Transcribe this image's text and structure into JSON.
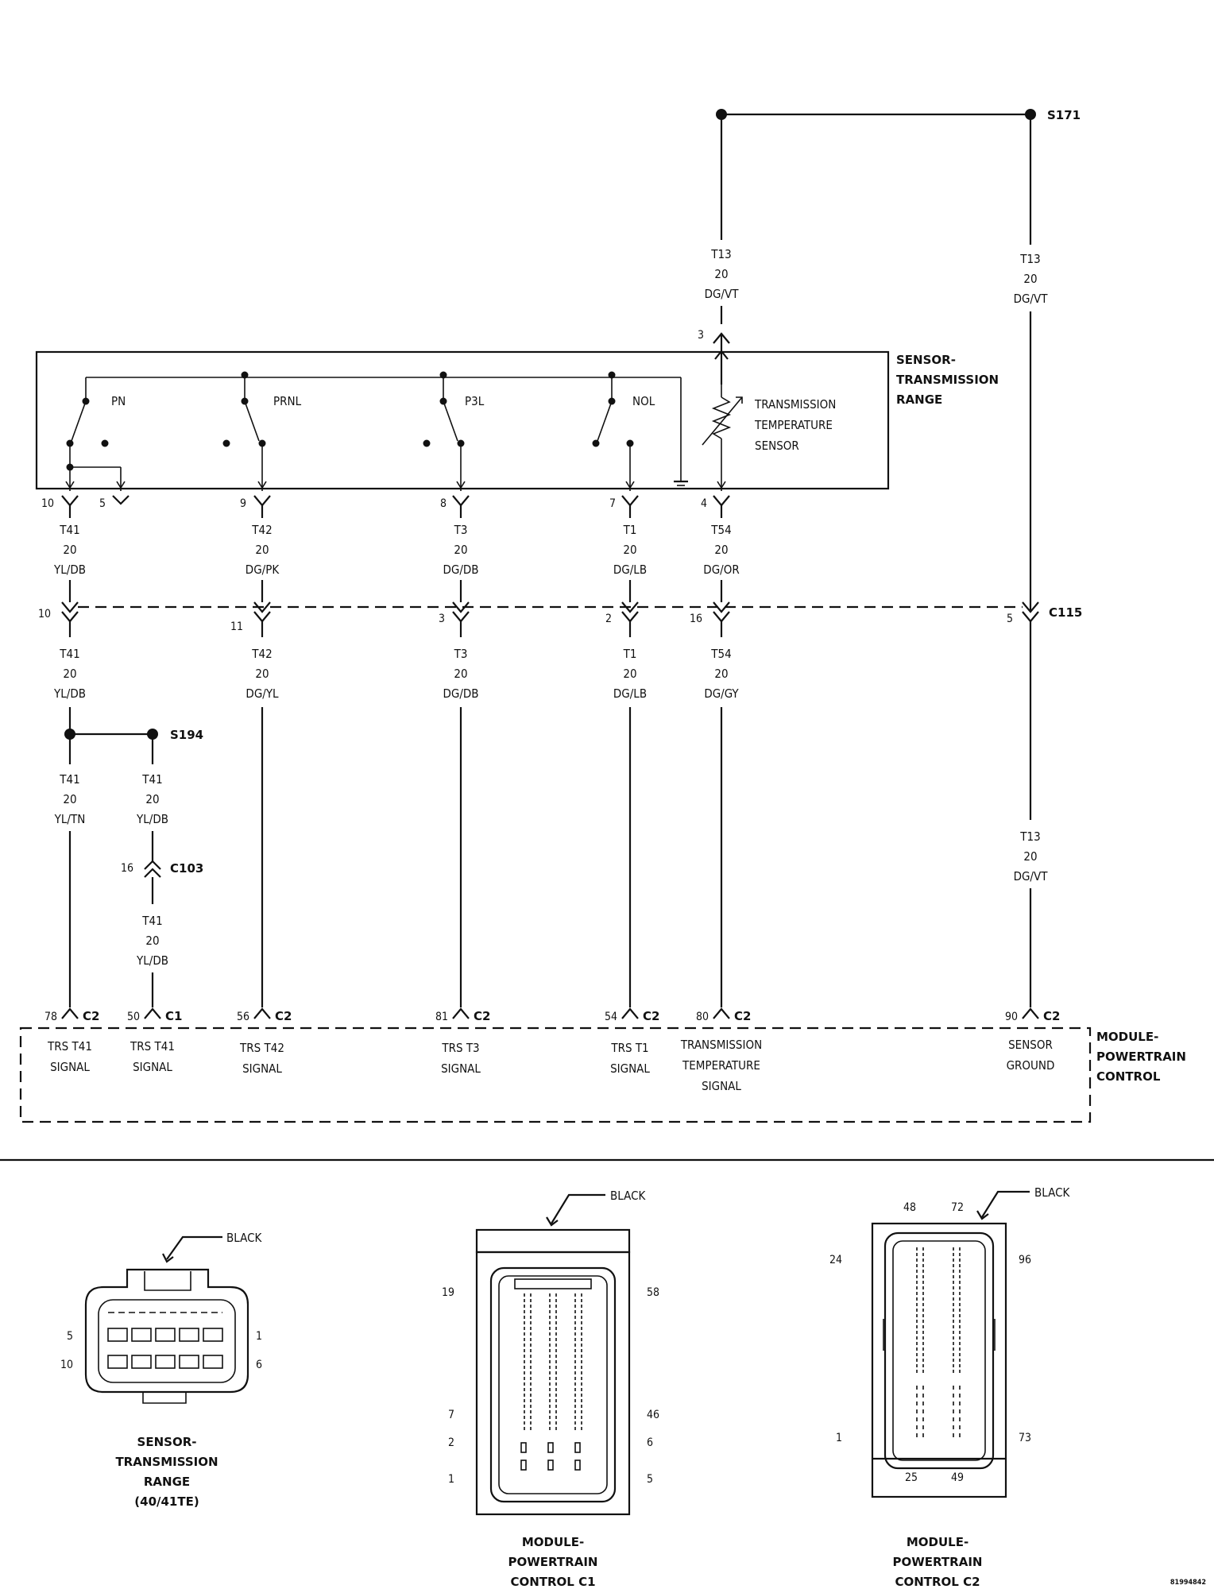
{
  "splices": {
    "s171": "S171",
    "s194": "S194"
  },
  "connectors": {
    "c115": "C115",
    "c103": "C103",
    "c1": "C1",
    "c2": "C2"
  },
  "components": {
    "trs_box": [
      "SENSOR-",
      "TRANSMISSION",
      "RANGE"
    ],
    "temp_sensor": [
      "TRANSMISSION",
      "TEMPERATURE",
      "SENSOR"
    ],
    "pcm_box": [
      "MODULE-",
      "POWERTRAIN",
      "CONTROL"
    ]
  },
  "switches": {
    "pn": "PN",
    "prnl": "PRNL",
    "p3l": "P3L",
    "nol": "NOL"
  },
  "wires": {
    "t13_top_a": [
      "T13",
      "20",
      "DG/VT"
    ],
    "t13_top_b": [
      "T13",
      "20",
      "DG/VT"
    ],
    "t13_bottom": [
      "T13",
      "20",
      "DG/VT"
    ],
    "t41_a": [
      "T41",
      "20",
      "YL/DB"
    ],
    "t42_a": [
      "T42",
      "20",
      "DG/PK"
    ],
    "t3_a": [
      "T3",
      "20",
      "DG/DB"
    ],
    "t1_a": [
      "T1",
      "20",
      "DG/LB"
    ],
    "t54_a": [
      "T54",
      "20",
      "DG/OR"
    ],
    "t41_b": [
      "T41",
      "20",
      "YL/DB"
    ],
    "t42_b": [
      "T42",
      "20",
      "DG/YL"
    ],
    "t3_b": [
      "T3",
      "20",
      "DG/DB"
    ],
    "t1_b": [
      "T1",
      "20",
      "DG/LB"
    ],
    "t54_b": [
      "T54",
      "20",
      "DG/GY"
    ],
    "t41_c": [
      "T41",
      "20",
      "YL/TN"
    ],
    "t41_d": [
      "T41",
      "20",
      "YL/DB"
    ],
    "t41_e": [
      "T41",
      "20",
      "YL/DB"
    ]
  },
  "pins": {
    "trs_3": "3",
    "trs_10": "10",
    "trs_5": "5",
    "trs_9": "9",
    "trs_8": "8",
    "trs_7": "7",
    "trs_4": "4",
    "c115_10": "10",
    "c115_11": "11",
    "c115_3": "3",
    "c115_2": "2",
    "c115_16": "16",
    "c115_5": "5",
    "c103_16": "16",
    "pcm_78": "78",
    "pcm_50": "50",
    "pcm_56": "56",
    "pcm_81": "81",
    "pcm_54": "54",
    "pcm_80": "80",
    "pcm_90": "90"
  },
  "pcm_signals": {
    "trs_t41_a": [
      "TRS T41",
      "SIGNAL"
    ],
    "trs_t41_b": [
      "TRS T41",
      "SIGNAL"
    ],
    "trs_t42": [
      "TRS T42",
      "SIGNAL"
    ],
    "trs_t3": [
      "TRS T3",
      "SIGNAL"
    ],
    "trs_t1": [
      "TRS T1",
      "SIGNAL"
    ],
    "trans_temp": [
      "TRANSMISSION",
      "TEMPERATURE",
      "SIGNAL"
    ],
    "sensor_ground": [
      "SENSOR",
      "GROUND"
    ]
  },
  "connector_views": {
    "trs": {
      "color": "BLACK",
      "pins": [
        "5",
        "1",
        "10",
        "6"
      ],
      "title": [
        "SENSOR-",
        "TRANSMISSION",
        "RANGE",
        "(40/41TE)"
      ]
    },
    "pcm_c1": {
      "color": "BLACK",
      "pins": [
        "19",
        "58",
        "7",
        "46",
        "2",
        "6",
        "1",
        "5"
      ],
      "title": [
        "MODULE-",
        "POWERTRAIN",
        "CONTROL C1",
        "(GPEC)"
      ]
    },
    "pcm_c2": {
      "color": "BLACK",
      "pins": [
        "48",
        "72",
        "24",
        "96",
        "1",
        "73",
        "25",
        "49"
      ],
      "title": [
        "MODULE-",
        "POWERTRAIN",
        "CONTROL C2",
        "(GPEC)"
      ]
    }
  },
  "figure_id": "81994842"
}
